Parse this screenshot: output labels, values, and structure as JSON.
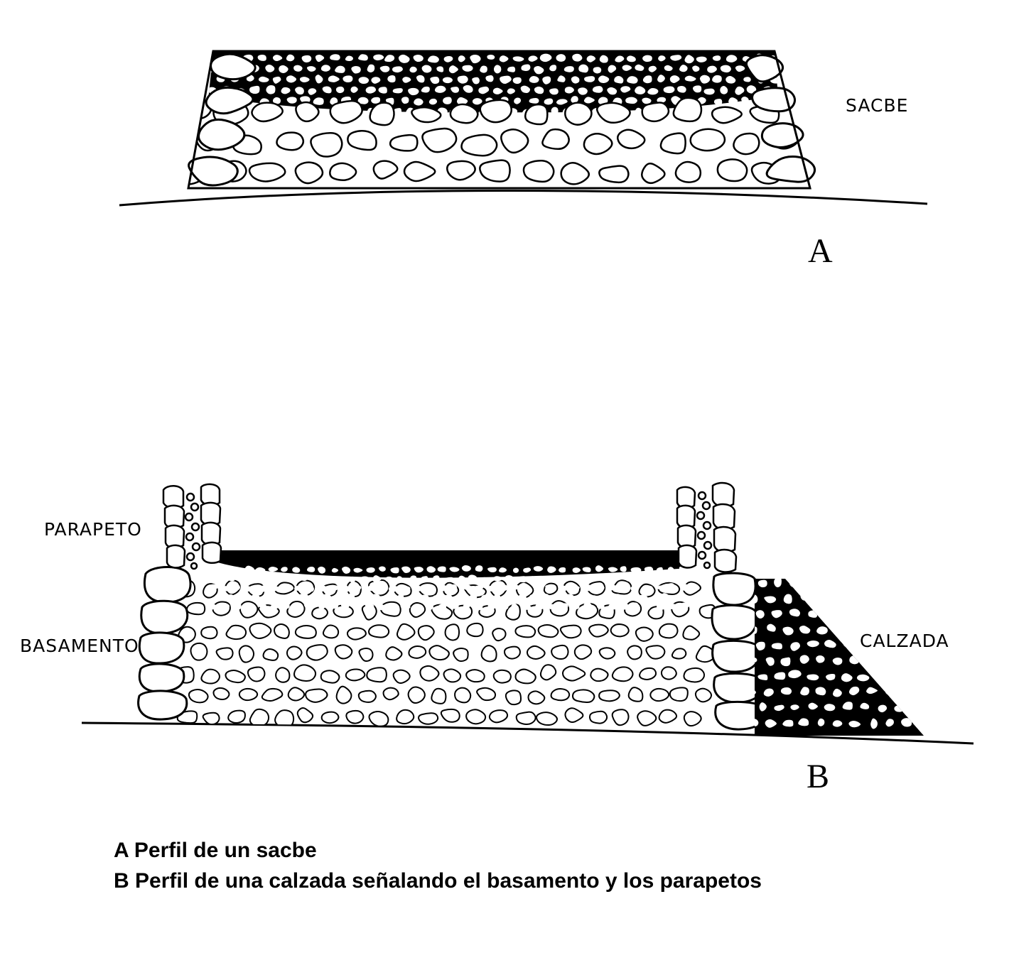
{
  "figure_a": {
    "label": "SACBE",
    "letter": "A"
  },
  "figure_b": {
    "label_parapeto": "PARAPETO",
    "label_basamento": "BASAMENTO",
    "label_calzada": "CALZADA",
    "letter": "B"
  },
  "captions": [
    "A Perfil de un sacbe",
    "B Perfil de una calzada señalando el basamento y los parapetos"
  ],
  "colors": {
    "ink": "#000000",
    "paper": "#ffffff"
  }
}
